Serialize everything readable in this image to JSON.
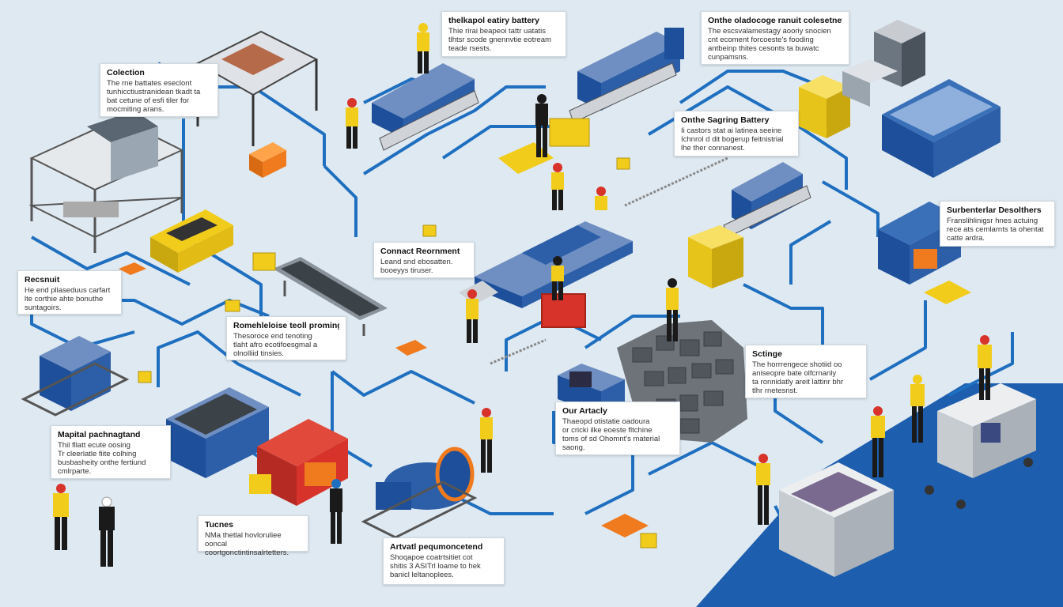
{
  "colors": {
    "background": "#dfe9f1",
    "route": "#1f6fc0",
    "machine_blue": "#2d5fa8",
    "accent_yellow": "#f2cc1a",
    "accent_orange": "#f07a1e",
    "accent_red": "#d8332a",
    "floor_blue": "#1d5fae"
  },
  "labels": [
    {
      "id": "collection",
      "title": "Colection",
      "body": "The rne battates eseclont\ntunhicctiustranidean tkadt ta\nbat cetune of esfi tiler for\nmocmiting arans."
    },
    {
      "id": "top-center",
      "title": "thelkapol eatiry battery",
      "body": "Thie rirai beapeoi tattr uatatis\ntlhtsr scode gnennvtie eotream\nteade rsests."
    },
    {
      "id": "top-right",
      "title": "Onthe oladocoge ranuit colesetnet",
      "body": "The escsvalamestagy aooriy snocien\ncnt ecoment forcoeste's fooding\nantbeinp thites cesonts ta buwatc\ncunpamsns."
    },
    {
      "id": "sorting-battery",
      "title": "Onthe Sagring Battery",
      "body": "Ii castors stat ai latinea seeine\nIchnrol d dit bogerup feitnistrial\nlhe ther connanest."
    },
    {
      "id": "sub-right",
      "title": "Surbenterlar Desolthers",
      "body": "Franslihlinigsr hnes actuing\nrece ats cemlarnts ta ohentat\ncatte ardra."
    },
    {
      "id": "connect",
      "title": "Connact Reornment",
      "body": "Leand snd ebosatten.\nbooeyys tiruser."
    },
    {
      "id": "reclaim",
      "title": "Recsnuit",
      "body": "He end pllaseduus carfart\nlte corthie ahte bonuthe\nsuntagoirs."
    },
    {
      "id": "recycling",
      "title": "Romehleloise teoll promings",
      "body": "Thesoroce end tenoting\ntlaht afro ecotifoesgmal a\nolnolliid tinsies."
    },
    {
      "id": "sorting",
      "title": "Sctinge",
      "body": "The horrrengece shotiid oo\naniseopre bate olfcrnanly\nta ronnidatly areit lattinr bhr\ntlhr rnetesnst."
    },
    {
      "id": "our-artacly",
      "title": "Our Artacly",
      "body": "Thaeopd otistatie oadoura\nor cricki ilke eoeste fltchine\ntoms of sd Ohomnt's material\nsaong."
    },
    {
      "id": "mapical",
      "title": "Mapital pachnagtand",
      "body": "Thil fllatt ecute oosing\nTr cleerlatle fiite colhing\nbusbasheity onthe fertiund\ncmlrparte."
    },
    {
      "id": "tucnes",
      "title": "Tucnes",
      "body": "NMa thetlal hovloruliee ooncal\ncoortgonctintinsalrtetters."
    },
    {
      "id": "artvatl",
      "title": "Artvatl pequmoncetend",
      "body": "Shoqapoe coatrtsitiet cot\nshitis 3 ASITrl loame to hek\nbanicl leltanoplees."
    }
  ]
}
